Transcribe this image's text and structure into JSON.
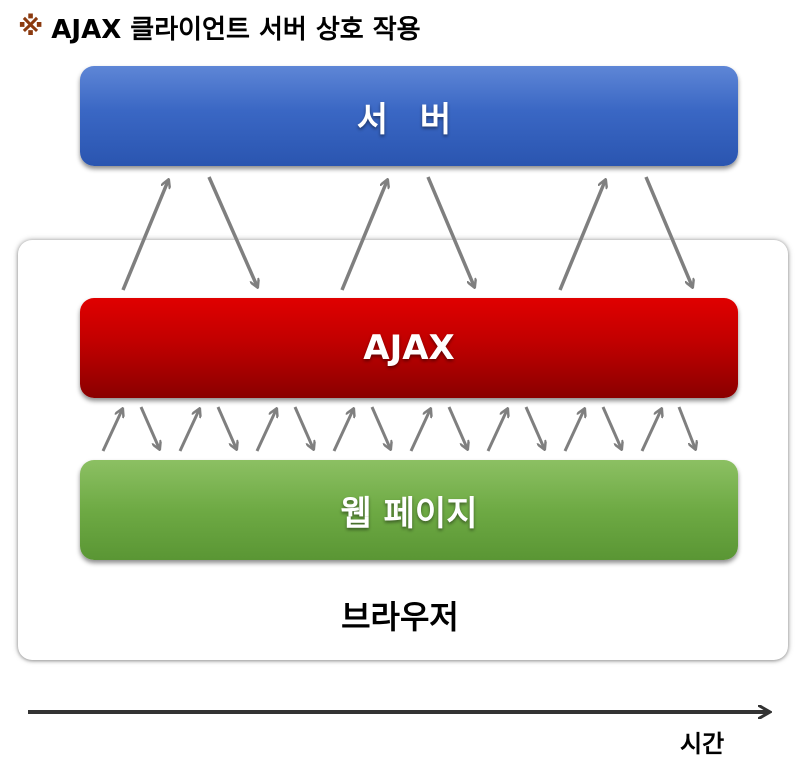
{
  "header": {
    "mark": "※",
    "title": "AJAX 클라이언트 서버 상호 작용"
  },
  "boxes": {
    "server": "서 버",
    "ajax": "AJAX",
    "webpage": "웹 페이지"
  },
  "browser": {
    "label": "브라우저"
  },
  "timeline": {
    "label": "시간"
  },
  "colors": {
    "server": "#3a67c4",
    "ajax": "#c00000",
    "webpage": "#6eaa44",
    "arrow": "#7f7f7f",
    "timeline": "#333333"
  }
}
